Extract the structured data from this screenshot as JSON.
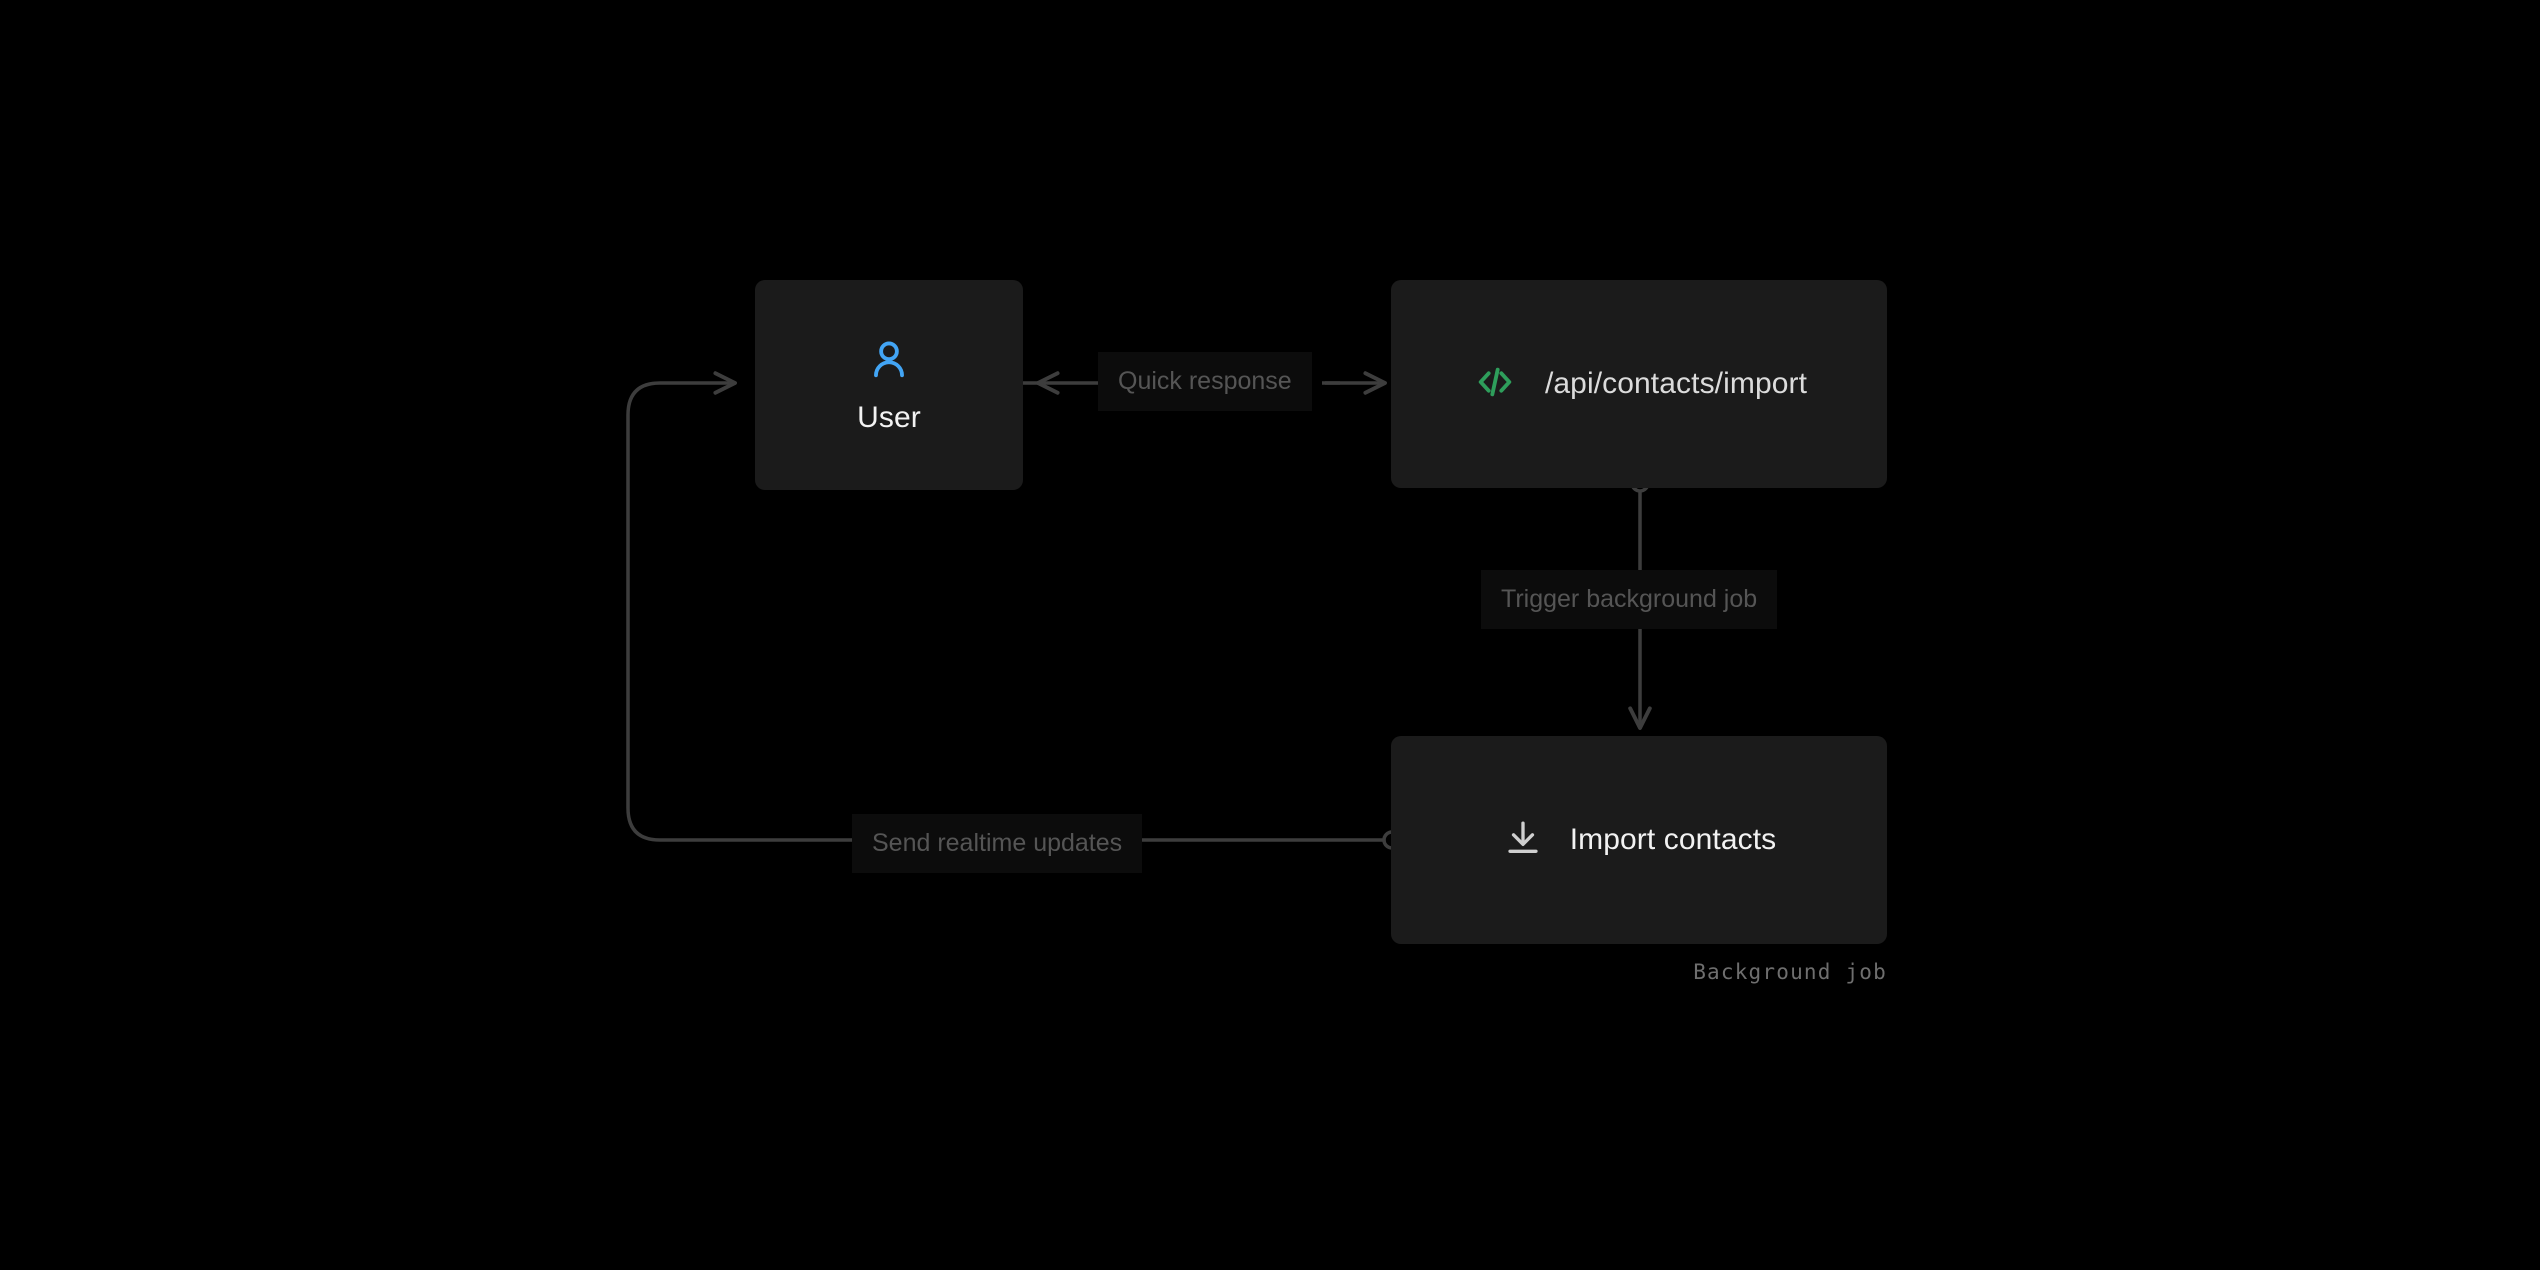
{
  "diagram": {
    "type": "flow-diagram",
    "background_color": "#000000",
    "node_color": "#1b1b1b",
    "edge_color": "#3d3d3d",
    "label_text_color": "#555555",
    "nodes": [
      {
        "id": "user",
        "label": "User",
        "icon": "user-icon",
        "icon_color": "#42a5f5",
        "caption": ""
      },
      {
        "id": "api",
        "label": "/api/contacts/import",
        "icon": "code-brackets-icon",
        "icon_color": "#2e9e5b",
        "caption": ""
      },
      {
        "id": "job",
        "label": "Import contacts",
        "icon": "download-icon",
        "icon_color": "#cfcfcf",
        "caption": "Background job"
      }
    ],
    "edges": [
      {
        "id": "api-to-user",
        "label": "Quick response",
        "from": "api",
        "to": "user",
        "direction": "bidirectional"
      },
      {
        "id": "api-to-job",
        "label": "Trigger background job",
        "from": "api",
        "to": "job",
        "direction": "down"
      },
      {
        "id": "job-to-user",
        "label": "Send realtime updates",
        "from": "job",
        "to": "user",
        "direction": "left-then-up"
      }
    ]
  }
}
